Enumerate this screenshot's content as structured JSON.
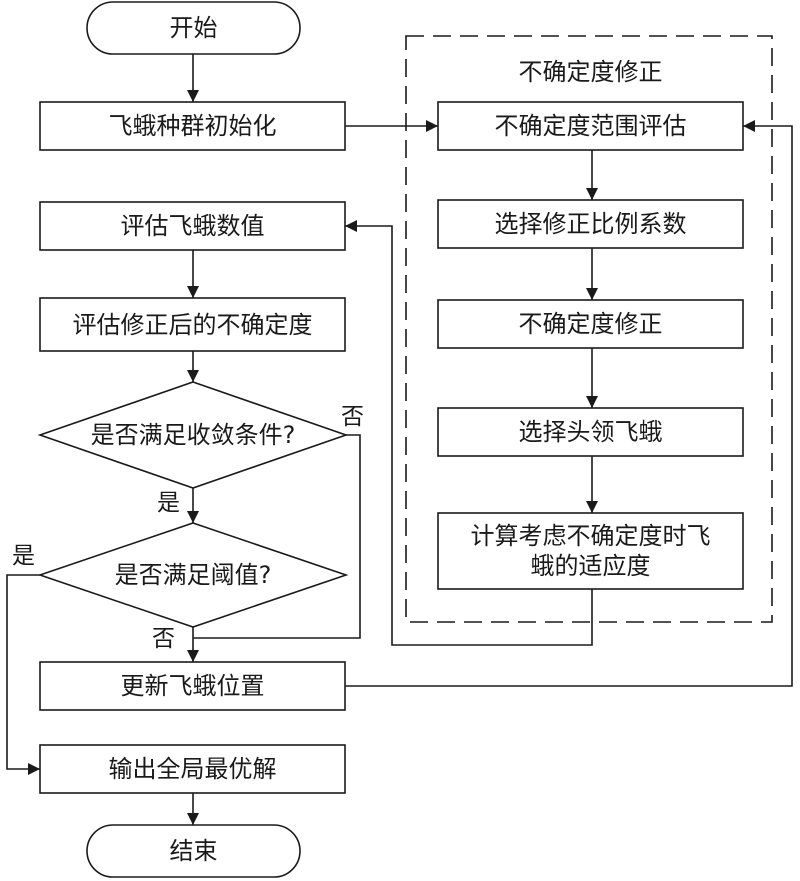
{
  "flowchart": {
    "start": "开始",
    "init": "飞蛾种群初始化",
    "evaluate": "评估飞蛾数值",
    "eval_uncertainty": "评估修正后的不确定度",
    "convergence": "是否满足收敛条件?",
    "threshold": "是否满足阈值?",
    "update": "更新飞蛾位置",
    "output": "输出全局最优解",
    "end": "结束",
    "yes": "是",
    "no": "否"
  },
  "correction_group": {
    "title": "不确定度修正",
    "range_eval": "不确定度范围评估",
    "select_coef": "选择修正比例系数",
    "correct": "不确定度修正",
    "select_leader": "选择头领飞蛾",
    "fitness_line1": "计算考虑不确定度时飞",
    "fitness_line2": "蛾的适应度"
  }
}
